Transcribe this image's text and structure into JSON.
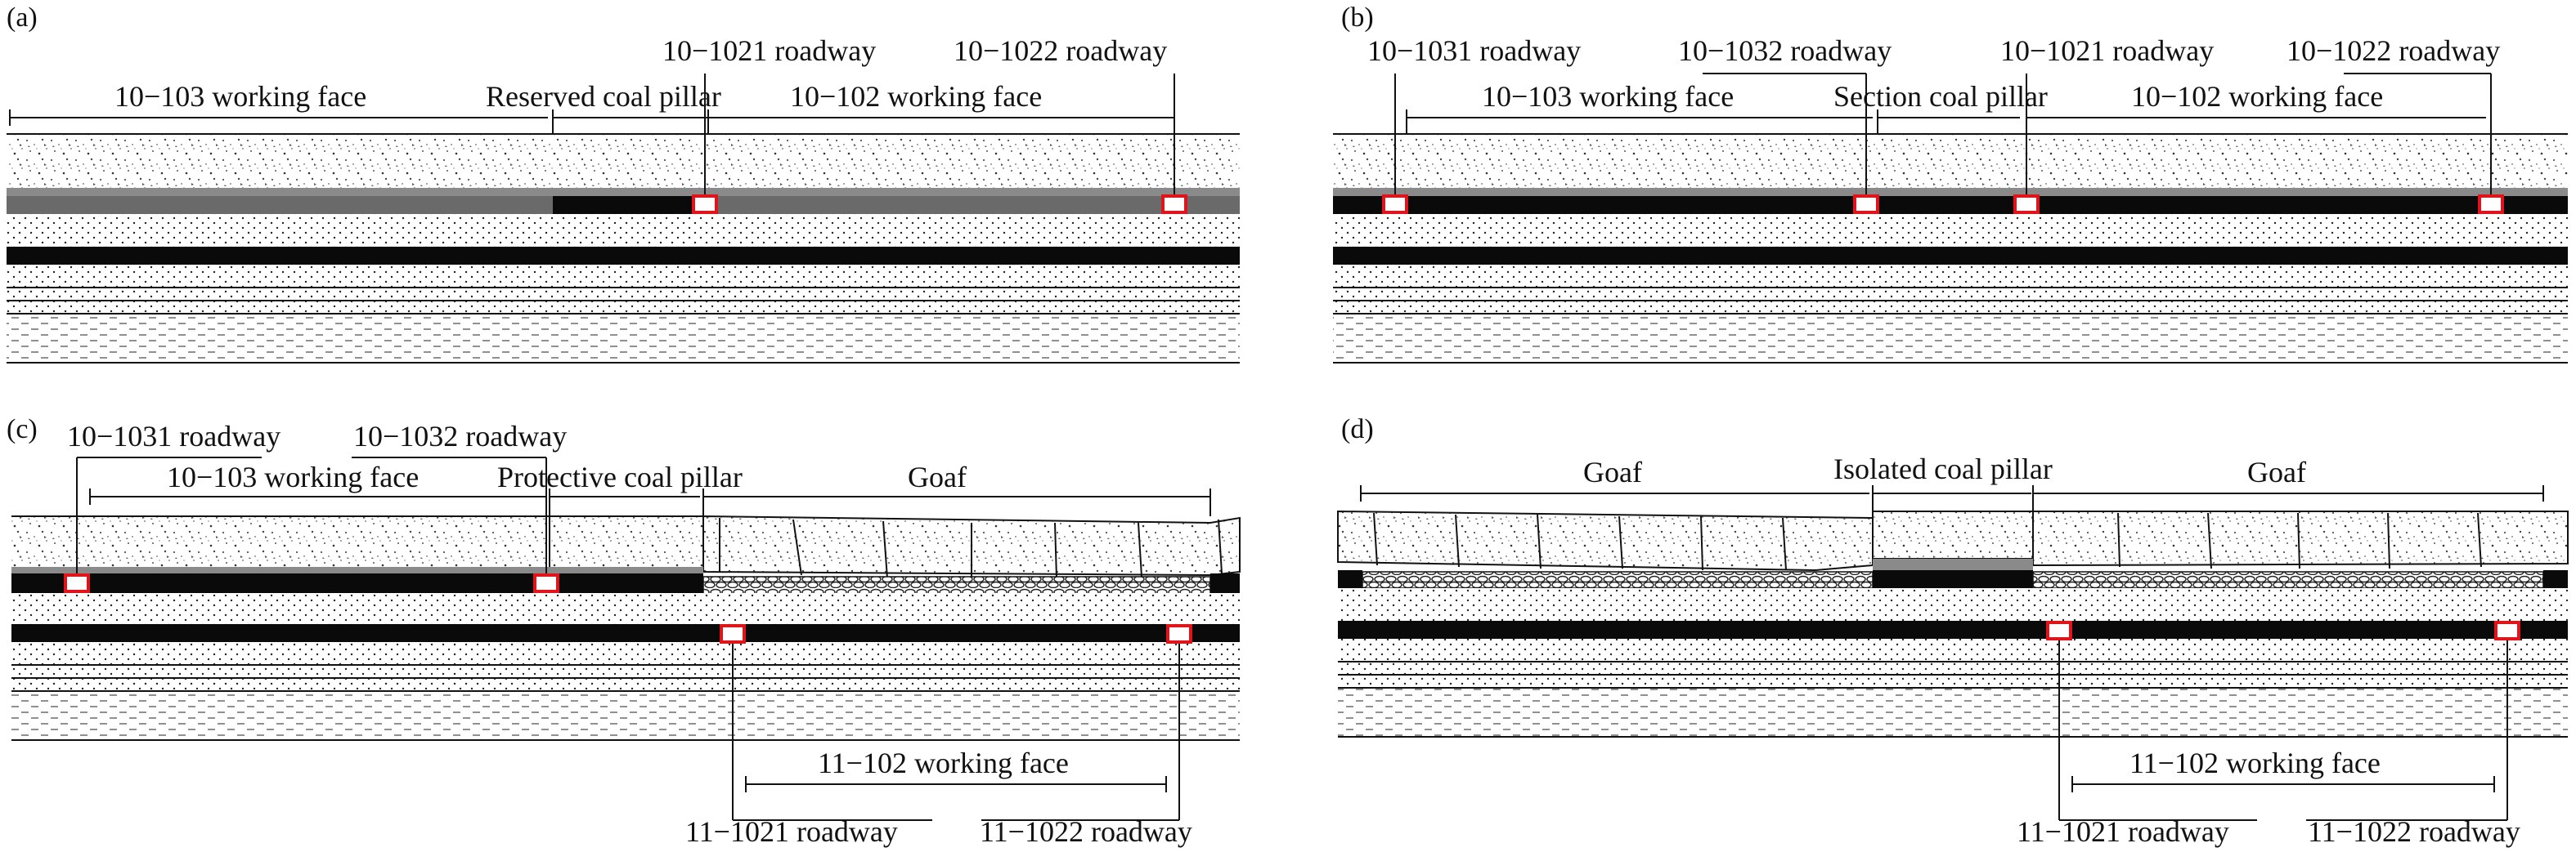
{
  "panels": {
    "a": {
      "tag": "(a)",
      "labels": {
        "r1021": "10−1021 roadway",
        "r1022": "10−1022 roadway",
        "face103": "10−103 working face",
        "pillar": "Reserved coal pillar",
        "face102": "10−102 working face"
      }
    },
    "b": {
      "tag": "(b)",
      "labels": {
        "r1031": "10−1031 roadway",
        "r1032": "10−1032 roadway",
        "r1021": "10−1021 roadway",
        "r1022": "10−1022 roadway",
        "face103": "10−103 working face",
        "pillar": "Section coal pillar",
        "face102": "10−102 working face"
      }
    },
    "c": {
      "tag": "(c)",
      "labels": {
        "r1031": "10−1031 roadway",
        "r1032": "10−1032 roadway",
        "face103": "10−103 working face",
        "pillar": "Protective coal pillar",
        "goaf": "Goaf",
        "face11102": "11−102 working face",
        "r11021": "11−1021 roadway",
        "r11022": "11−1022 roadway"
      }
    },
    "d": {
      "tag": "(d)",
      "labels": {
        "goaf_left": "Goaf",
        "pillar": "Isolated coal pillar",
        "goaf_right": "Goaf",
        "face11102": "11−102 working face",
        "r11021": "11−1021 roadway",
        "r11022": "11−1022 roadway"
      }
    }
  },
  "colors": {
    "coal": "#0a0a0a",
    "roadway_outline": "#e1141c",
    "roof_band": "#8a8a8a",
    "line": "#111111"
  }
}
